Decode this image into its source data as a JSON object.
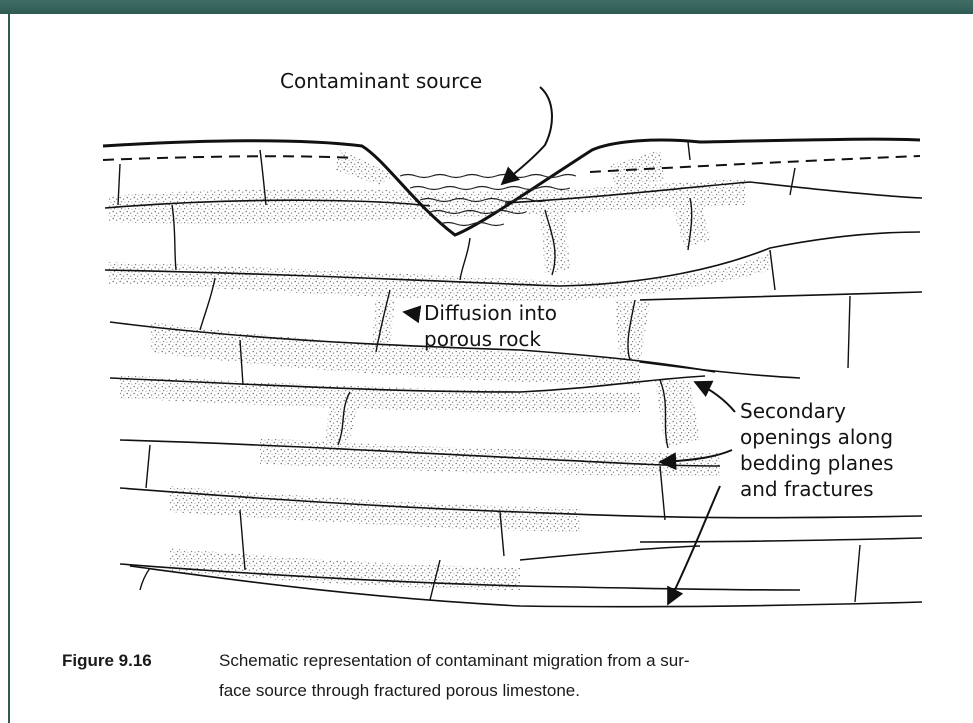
{
  "header": {
    "text": ""
  },
  "diagram": {
    "label_source": "Contaminant source",
    "label_diffusion_1": "Diffusion into",
    "label_diffusion_2": "porous rock",
    "label_secondary_1": "Secondary",
    "label_secondary_2": "openings along",
    "label_secondary_3": "bedding planes",
    "label_secondary_4": "and fractures"
  },
  "caption": {
    "number": "Figure 9.16",
    "line1": "Schematic representation of contaminant migration from a sur-",
    "line2": "face source through fractured porous limestone."
  }
}
